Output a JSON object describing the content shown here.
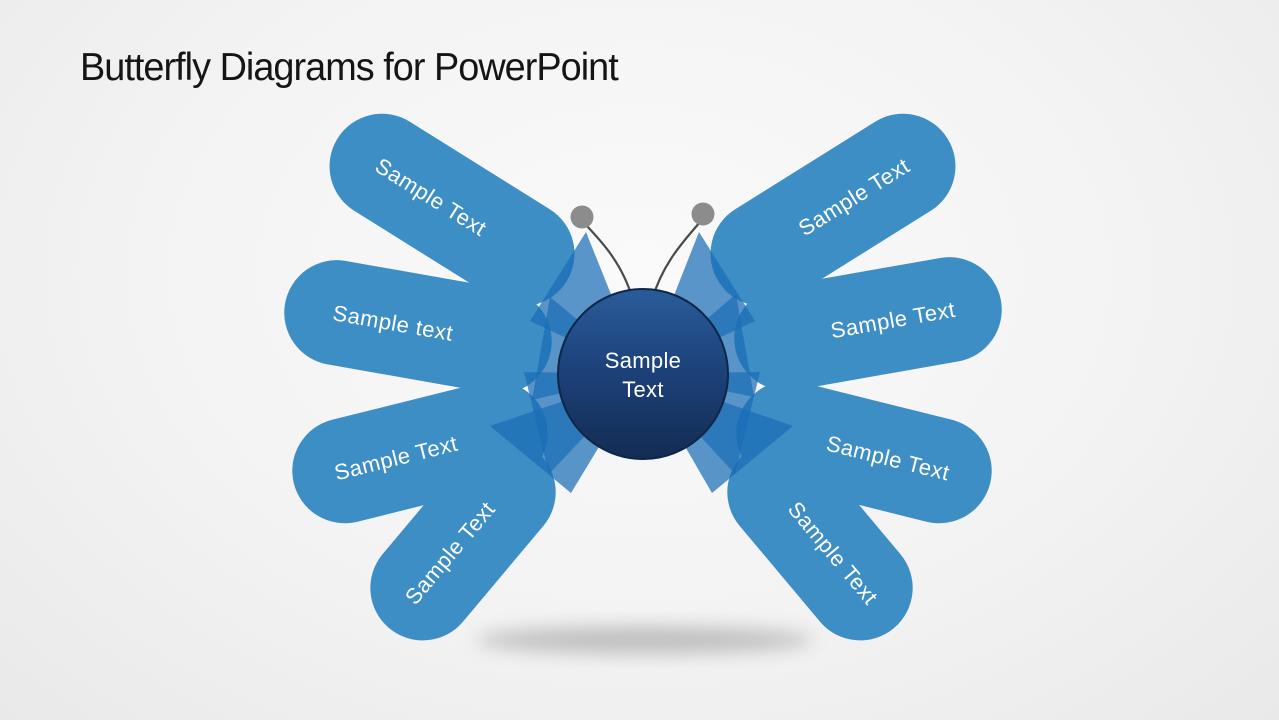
{
  "slide": {
    "title": "Butterfly Diagrams for PowerPoint"
  },
  "diagram": {
    "center": {
      "label_lines": [
        "Sample",
        "Text"
      ],
      "gradient": [
        "#2A5C9A",
        "#1C4078",
        "#132C52"
      ],
      "border": "#0E2647"
    },
    "wings": [
      {
        "id": "left-top",
        "label": "Sample Text"
      },
      {
        "id": "left-upper-middle",
        "label": "Sample text"
      },
      {
        "id": "left-lower-middle",
        "label": "Sample Text"
      },
      {
        "id": "left-bottom",
        "label": "Sample Text"
      },
      {
        "id": "right-top",
        "label": "Sample Text"
      },
      {
        "id": "right-upper-middle",
        "label": "Sample Text"
      },
      {
        "id": "right-lower-middle",
        "label": "Sample Text"
      },
      {
        "id": "right-bottom",
        "label": "Sample Text"
      }
    ],
    "colors": {
      "wing": "#3E8EC6",
      "tail": "#1B6DB5",
      "label": "#FFFFFF",
      "antenna": "#4A4A4A",
      "antenna_tip": "#8C8C8C",
      "shadow": "#8F8F8F"
    }
  }
}
